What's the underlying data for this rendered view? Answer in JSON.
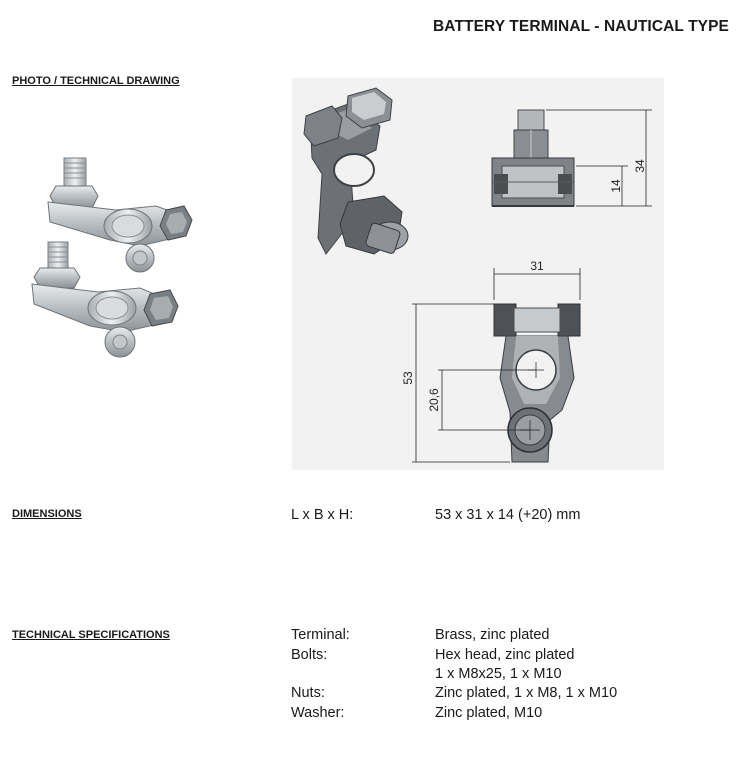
{
  "header": {
    "title": "BATTERY TERMINAL - NAUTICAL TYPE"
  },
  "sections": {
    "photo": {
      "label": "PHOTO / TECHNICAL DRAWING"
    },
    "dimensions": {
      "label": "DIMENSIONS",
      "key": "L x B x H:",
      "value": "53 x 31 x 14 (+20) mm"
    },
    "technical": {
      "label": "TECHNICAL SPECIFICATIONS",
      "rows": [
        {
          "key": "Terminal:",
          "value": "Brass, zinc plated"
        },
        {
          "key": "Bolts:",
          "value": "Hex head, zinc plated"
        },
        {
          "key": "",
          "value": "1 x M8x25, 1 x M10"
        },
        {
          "key": "Nuts:",
          "value": "Zinc plated, 1 x M8, 1 x M10"
        },
        {
          "key": "Washer:",
          "value": "Zinc plated, M10"
        }
      ]
    }
  },
  "drawing": {
    "dim_height_total": "34",
    "dim_height_body": "14",
    "dim_width": "31",
    "dim_length": "53",
    "dim_hole_offset": "20,6"
  },
  "colors": {
    "metal_light": "#cfd3d6",
    "metal_dark": "#5a5e62",
    "render_bg": "#f2f2f2"
  }
}
